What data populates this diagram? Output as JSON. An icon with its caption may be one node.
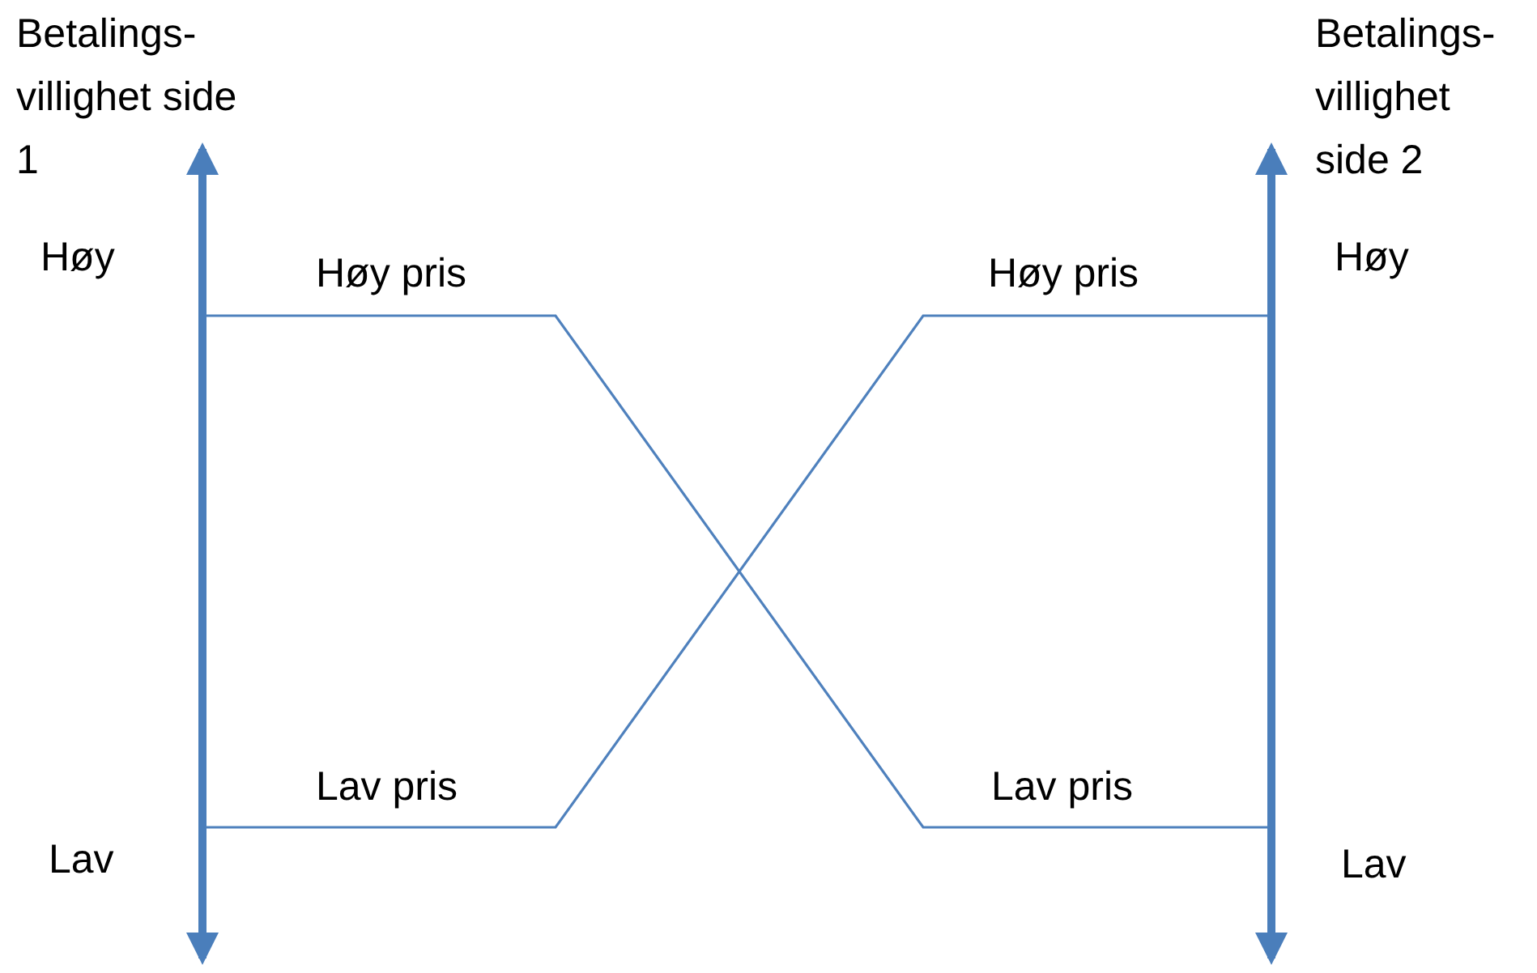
{
  "diagram": {
    "labels": [
      "Betalings-villighet side 1",
      "Betalings-villighet side 2",
      "Høy",
      "Høy pris",
      "Høy pris",
      "Høy",
      "Lav pris",
      "Lav pris",
      "Lav",
      "Lav"
    ]
  }
}
